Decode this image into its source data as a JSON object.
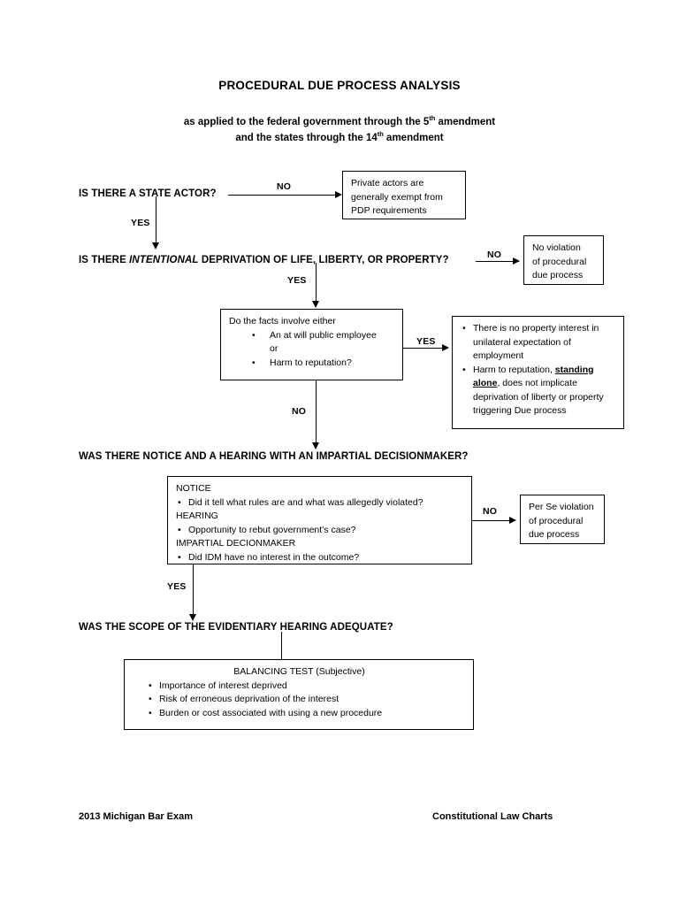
{
  "document": {
    "title": "PROCEDURAL DUE PROCESS ANALYSIS",
    "subtitle_line1_pre": "as applied to the federal government through the 5",
    "subtitle_line1_sup": "th",
    "subtitle_line1_post": " amendment",
    "subtitle_line2_pre": "and the states through the 14",
    "subtitle_line2_sup": "th",
    "subtitle_line2_post": " amendment"
  },
  "questions": {
    "state_actor": "IS THERE A STATE ACTOR?",
    "intentional_pre": "IS THERE ",
    "intentional_em": "INTENTIONAL",
    "intentional_post": " DEPRIVATION OF LIFE, LIBERTY, OR PROPERTY?",
    "notice_hearing": "WAS THERE NOTICE AND A HEARING WITH AN IMPARTIAL DECISIONMAKER?",
    "scope": "WAS THE SCOPE OF THE EVIDENTIARY HEARING ADEQUATE?"
  },
  "edge_labels": {
    "no_state_actor": "NO",
    "yes_state_actor": "YES",
    "no_intentional": "NO",
    "yes_intentional": "YES",
    "yes_facts": "YES",
    "no_facts": "NO",
    "no_notice": "NO",
    "yes_notice": "YES"
  },
  "boxes": {
    "private_actors": {
      "line1": "Private actors are",
      "line2": "generally exempt from",
      "line3": "PDP requirements"
    },
    "no_violation": {
      "line1": "No violation",
      "line2": "of procedural",
      "line3": "due process"
    },
    "facts": {
      "lead": "Do the facts involve either",
      "bullet1": "An at will public employee",
      "connector": "or",
      "bullet2": "Harm to reputation?"
    },
    "property_interest": {
      "bullet1": "There is no property interest in unilateral expectation of employment",
      "bullet2_pre": "Harm to reputation, ",
      "bullet2_em": "standing alone",
      "bullet2_post": ", does not implicate deprivation of liberty or property triggering Due process"
    },
    "notice_hearing": {
      "heading1": "NOTICE",
      "bullet1": "Did it tell what rules are and what was allegedly violated?",
      "heading2": "HEARING",
      "bullet2": "Opportunity to rebut government’s case?",
      "heading3": "IMPARTIAL DECIONMAKER",
      "bullet3": "Did IDM have no interest in the outcome?"
    },
    "per_se": {
      "line1": "Per Se violation",
      "line2": "of procedural",
      "line3": "due process"
    },
    "balancing": {
      "heading": "BALANCING TEST (Subjective)",
      "bullet1": "Importance of interest deprived",
      "bullet2": "Risk of erroneous deprivation of the interest",
      "bullet3": "Burden or cost associated with using a new procedure"
    }
  },
  "footer": {
    "left": "2013 Michigan Bar Exam",
    "right": "Constitutional Law Charts"
  }
}
